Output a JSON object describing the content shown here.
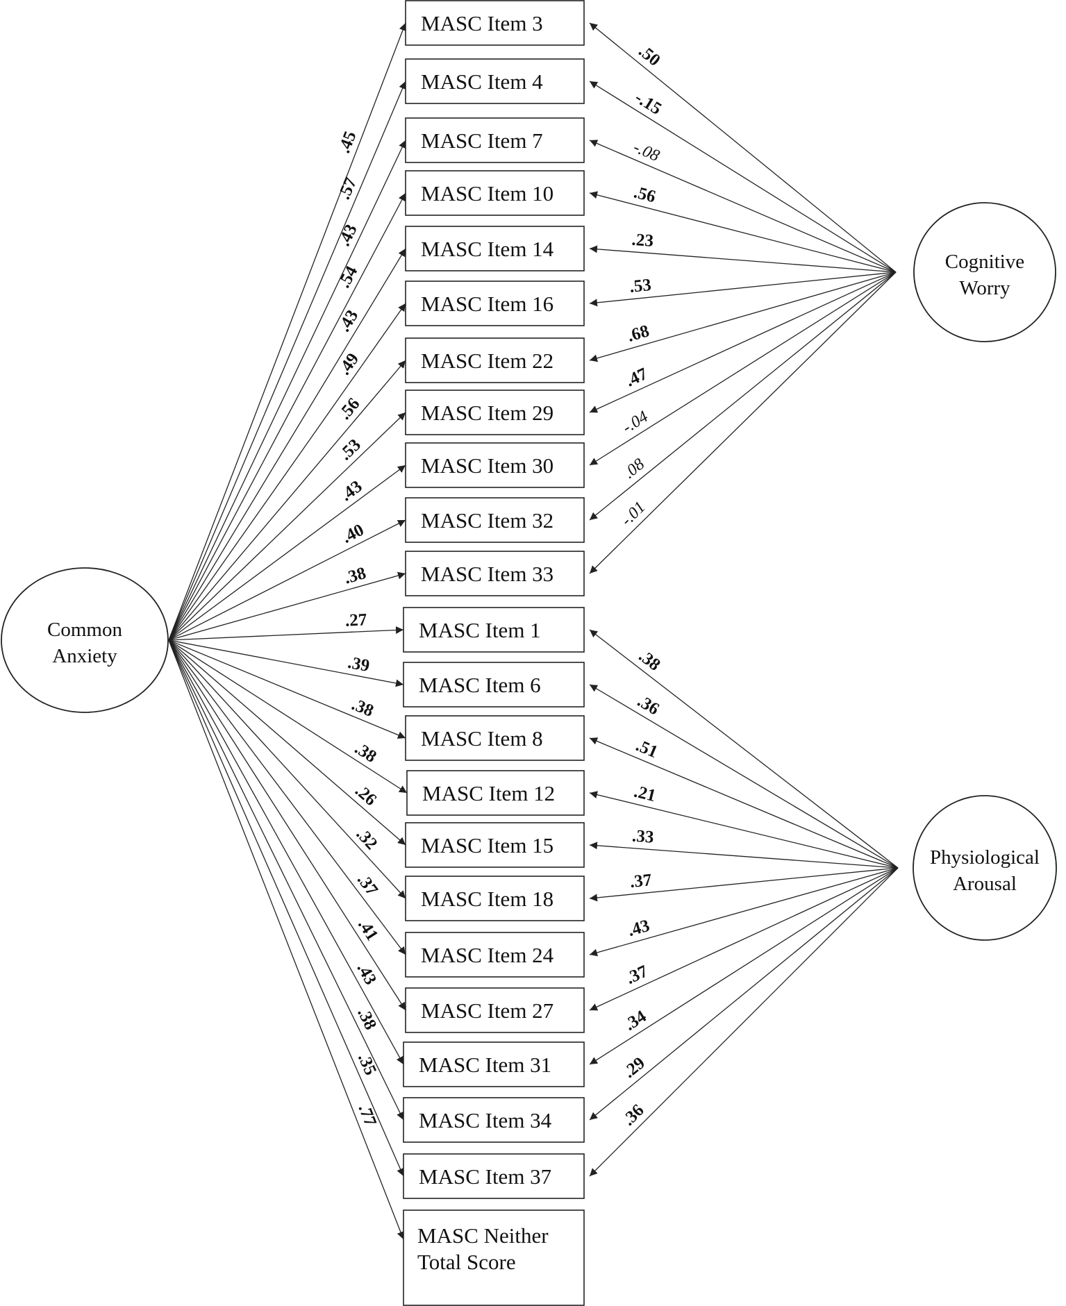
{
  "factors": {
    "common": [
      "Common",
      "Anxiety"
    ],
    "worry": [
      "Cognitive",
      "Worry"
    ],
    "arousal": [
      "Physiological",
      "Arousal"
    ]
  },
  "items": [
    [
      "MASC Item 3"
    ],
    [
      "MASC Item 4"
    ],
    [
      "MASC Item 7"
    ],
    [
      "MASC Item 10"
    ],
    [
      "MASC Item 14"
    ],
    [
      "MASC Item 16"
    ],
    [
      "MASC Item 22"
    ],
    [
      "MASC Item 29"
    ],
    [
      "MASC Item 30"
    ],
    [
      "MASC Item 32"
    ],
    [
      "MASC Item 33"
    ],
    [
      "MASC Item 1"
    ],
    [
      "MASC Item 6"
    ],
    [
      "MASC Item 8"
    ],
    [
      "MASC Item 12"
    ],
    [
      "MASC Item 15"
    ],
    [
      "MASC Item 18"
    ],
    [
      "MASC Item 24"
    ],
    [
      "MASC Item 27"
    ],
    [
      "MASC Item 31"
    ],
    [
      "MASC Item 34"
    ],
    [
      "MASC Item 37"
    ],
    [
      "MASC Neither",
      "Total Score"
    ]
  ],
  "loadings": {
    "common": [
      ".45",
      ".57",
      ".43",
      ".54",
      ".43",
      ".49",
      ".56",
      ".53",
      ".43",
      ".40",
      ".38",
      ".27",
      ".39",
      ".38",
      ".38",
      ".26",
      ".32",
      ".37",
      ".41",
      ".43",
      ".38",
      ".35",
      ".77"
    ],
    "worry": [
      ".50",
      "-.15",
      "-.08",
      ".56",
      ".23",
      ".53",
      ".68",
      ".47",
      "-.04",
      ".08",
      "-.01"
    ],
    "worry_bold": [
      true,
      true,
      false,
      true,
      true,
      true,
      true,
      true,
      false,
      false,
      false
    ],
    "arousal": [
      ".38",
      ".36",
      ".51",
      ".21",
      ".33",
      ".37",
      ".43",
      ".37",
      ".34",
      ".29",
      ".36"
    ]
  },
  "colors": {
    "stroke": "#222222",
    "background": "#ffffff"
  }
}
